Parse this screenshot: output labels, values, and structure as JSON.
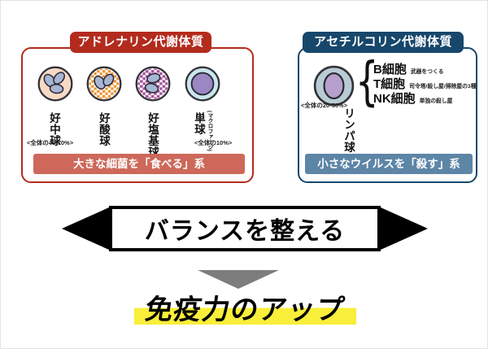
{
  "left_panel": {
    "header": "アドレナリン代謝体質",
    "banner": "大きな細菌を「食べる」系",
    "cells": [
      {
        "label": "好中球",
        "ratio": "<全体の40-70%>"
      },
      {
        "label": "好酸球"
      },
      {
        "label": "好塩基球"
      },
      {
        "label": "単球",
        "sublabel": "(マクロファージ)",
        "ratio": "<全体の10%>"
      }
    ]
  },
  "right_panel": {
    "header": "アセチルコリン代謝体質",
    "banner": "小さなウイルスを「殺す」系",
    "cell": {
      "label": "リンパ球",
      "ratio": "<全体の20-50%>"
    },
    "brace": "{",
    "subtypes": [
      {
        "label": "B細胞",
        "desc": "武器をつくる"
      },
      {
        "label": "T細胞",
        "desc": "司令塔/殺し屋/掃除屋の3種"
      },
      {
        "label": "NK細胞",
        "desc": "単独の殺し屋"
      }
    ]
  },
  "balance": {
    "label": "バランスを整える"
  },
  "result": {
    "label": "免疫力のアップ"
  },
  "colors": {
    "red_dark": "#b32b1d",
    "red_light": "#cd685a",
    "blue_dark": "#17476b",
    "blue_light": "#5d85a6",
    "highlight_yellow": "#f9ee3a",
    "arrow_gray": "#7d7d7d"
  }
}
